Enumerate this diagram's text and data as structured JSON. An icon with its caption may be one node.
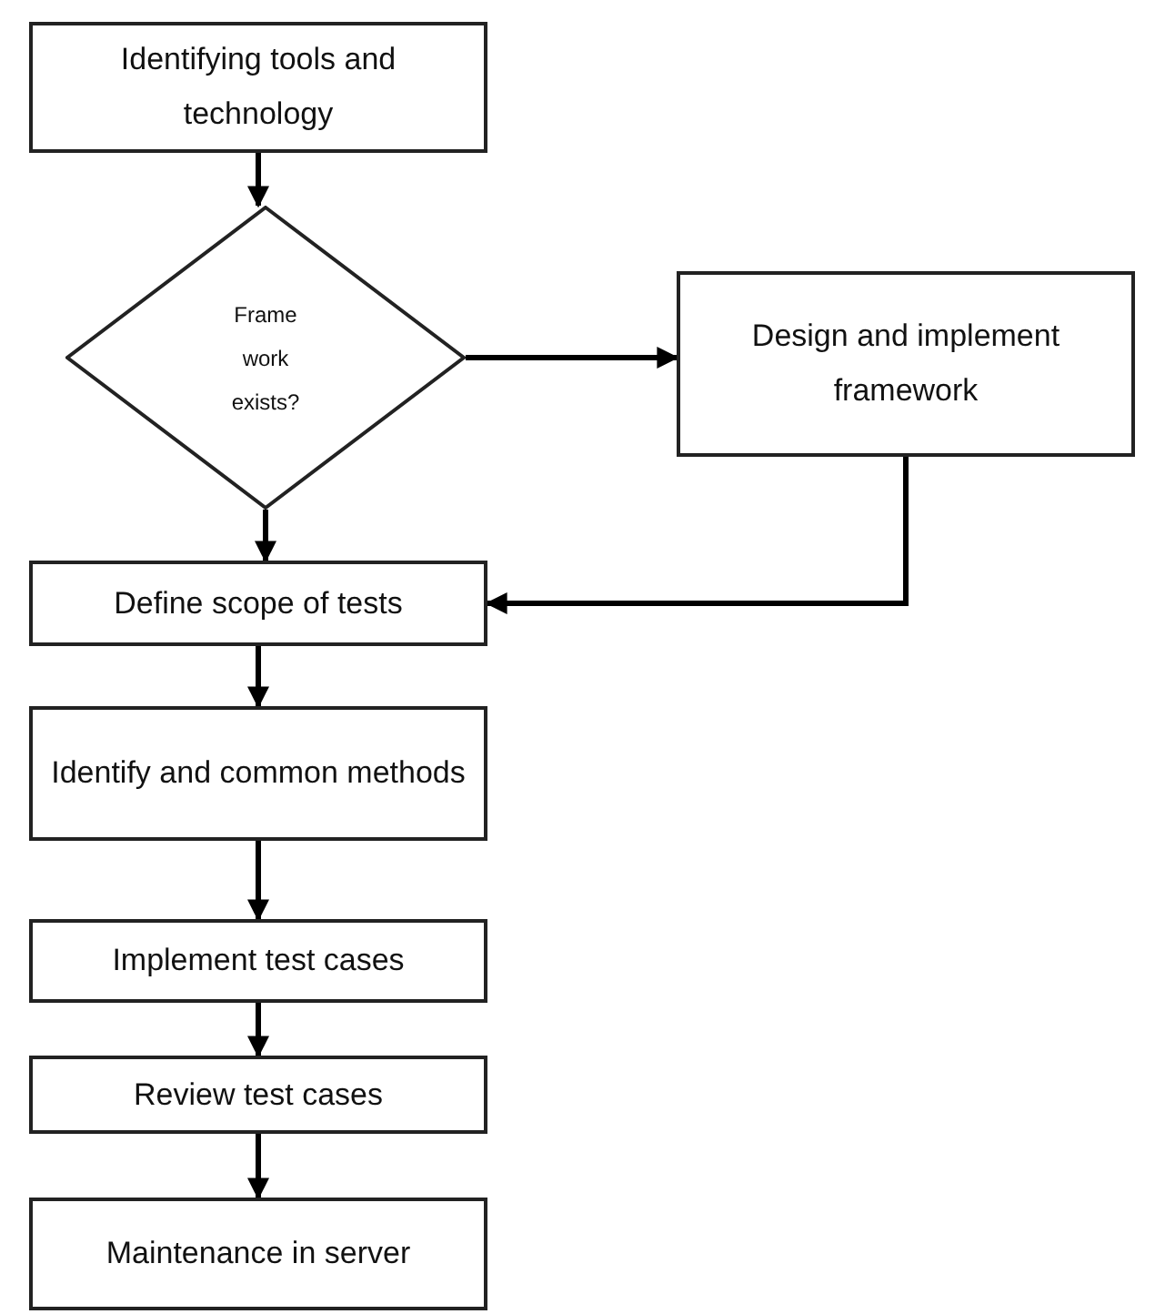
{
  "diagram": {
    "nodes": [
      {
        "text": [
          "Identifying tools and technology"
        ]
      },
      {
        "text": [
          "Frame work exists?"
        ]
      },
      {
        "text": [
          "Design and implement framework"
        ]
      },
      {
        "text": [
          "Define scope of tests"
        ]
      },
      {
        "text": [
          "Identify and common methods"
        ]
      },
      {
        "text": [
          "Implement test cases"
        ]
      },
      {
        "text": [
          "Review test cases"
        ]
      },
      {
        "text": [
          "Maintenance in server"
        ]
      }
    ],
    "edges": [
      {
        "from": 0,
        "to": 1,
        "arrow": "to"
      },
      {
        "from": 1,
        "to": 2,
        "arrow": "to"
      },
      {
        "from": 1,
        "to": 3,
        "arrow": "to"
      },
      {
        "from": 2,
        "to": 3,
        "arrow": "to"
      },
      {
        "from": 3,
        "to": 4,
        "arrow": "to"
      },
      {
        "from": 4,
        "to": 5,
        "arrow": "to"
      },
      {
        "from": 5,
        "to": 6,
        "arrow": "to"
      },
      {
        "from": 6,
        "to": 7,
        "arrow": "to"
      }
    ]
  }
}
